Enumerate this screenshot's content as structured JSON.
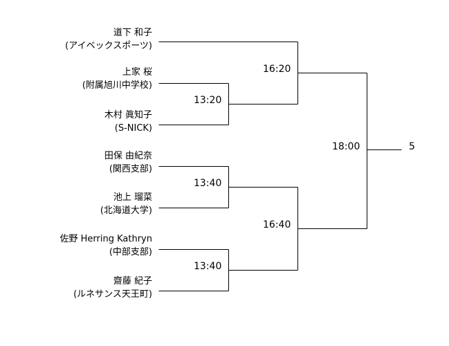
{
  "players": [
    {
      "name": "道下 和子",
      "affiliation": "(アイベックスポーツ)"
    },
    {
      "name": "上家 桜",
      "affiliation": "(附属旭川中学校)"
    },
    {
      "name": "木村 眞知子",
      "affiliation": "(S-NICK)"
    },
    {
      "name": "田保 由紀奈",
      "affiliation": "(関西支部)"
    },
    {
      "name": "池上 瑠菜",
      "affiliation": "(北海道大学)"
    },
    {
      "name": "佐野 Herring Kathryn",
      "affiliation": "(中部支部)"
    },
    {
      "name": "齋藤 紀子",
      "affiliation": "(ルネサンス天王町)"
    }
  ],
  "matches": {
    "r1_top": "13:20",
    "r1_mid": "13:40",
    "r1_bot": "13:40",
    "semi_top": "16:20",
    "semi_bot": "16:40",
    "final": "18:00"
  },
  "final_number": "5"
}
